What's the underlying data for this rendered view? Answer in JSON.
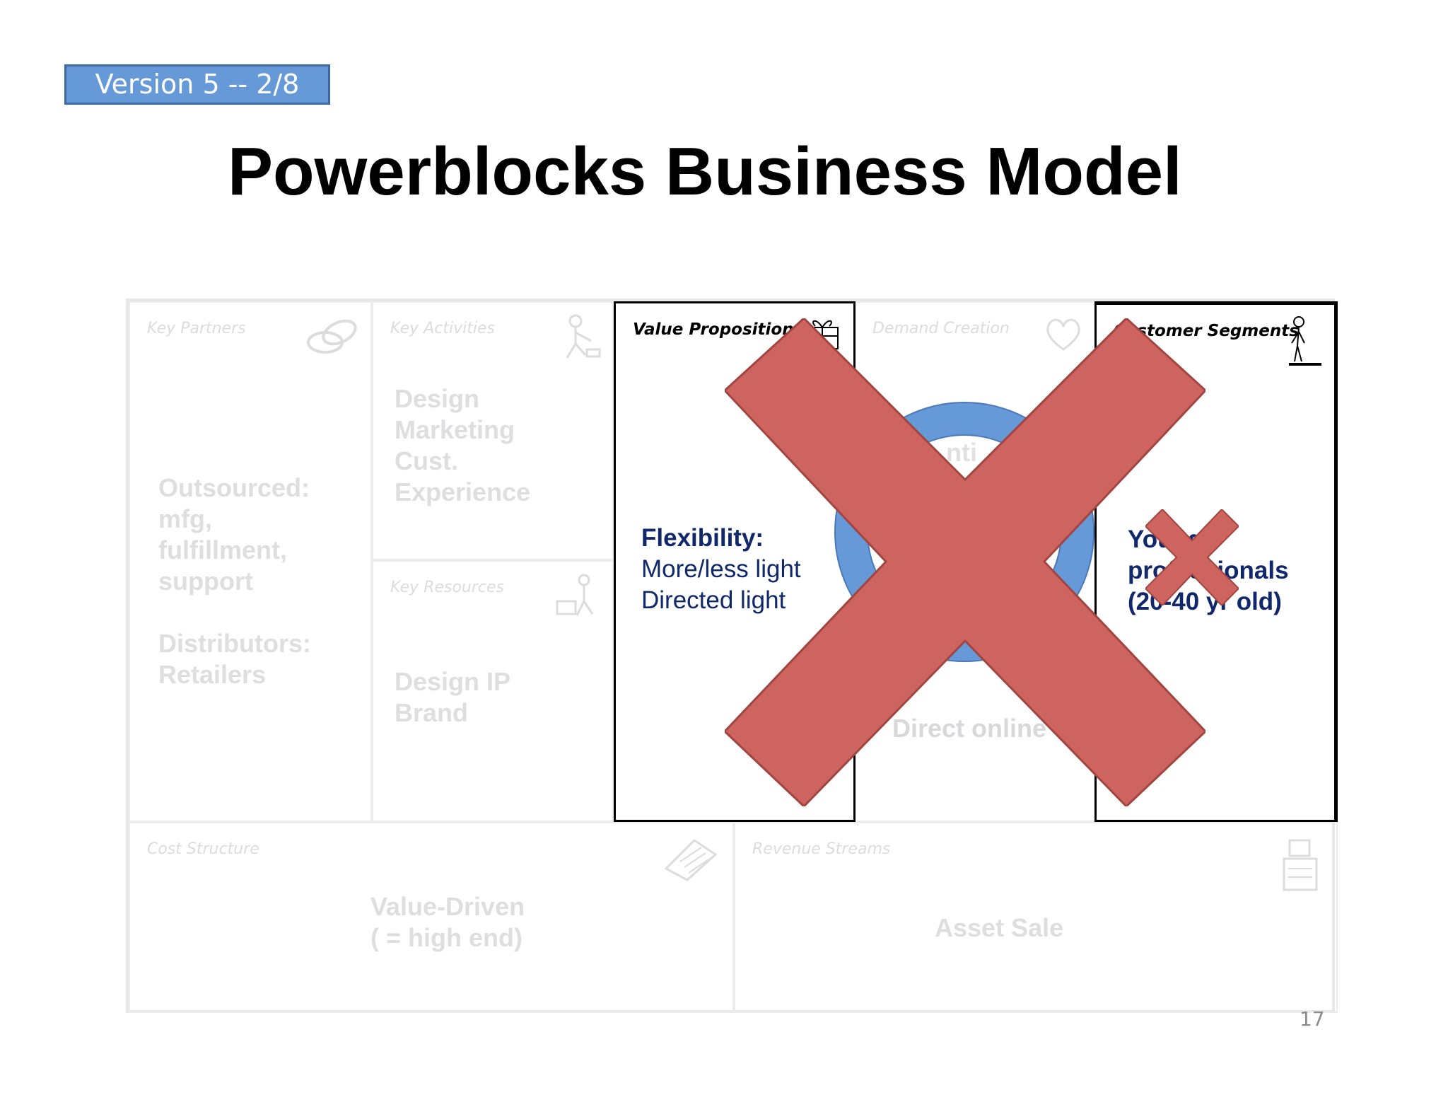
{
  "version_badge": "Version 5 -- 2/8",
  "title": "Powerblocks Business Model",
  "page_number": "17",
  "canvas": {
    "key_partners": {
      "label": "Key Partners",
      "body": "Outsourced:\nmfg,\nfulfillment,\nsupport\n\nDistributors:\nRetailers",
      "icon": "chain-link-icon"
    },
    "key_activities": {
      "label": "Key Activities",
      "body": "Design\nMarketing\nCust.\nExperience",
      "icon": "worker-icon"
    },
    "key_resources": {
      "label": "Key Resources",
      "body": "Design IP\nBrand",
      "icon": "resources-icon"
    },
    "value_propositions": {
      "label": "Value Propositions",
      "heading": "Flexibility:",
      "lines": [
        "More/less light",
        "Directed light"
      ],
      "icon": "gift-icon"
    },
    "demand_creation": {
      "label": "Demand Creation",
      "fragment": "nti",
      "bottom_text": "Direct online",
      "icon": "heart-icon"
    },
    "customer_segments": {
      "label": "Customer Segments",
      "body": "Young\nprofessionals\n(20-40 yr old)",
      "icon": "person-icon"
    },
    "cost_structure": {
      "label": "Cost Structure",
      "body": "Value-Driven\n( = high end)",
      "icon": "receipt-icon"
    },
    "revenue_streams": {
      "label": "Revenue Streams",
      "body": "Asset Sale",
      "icon": "cash-register-icon"
    }
  },
  "colors": {
    "badge_fill": "#6699d8",
    "cross_fill": "#cd6460",
    "cross_stroke": "#a24540",
    "ring_fill": "#6699d8",
    "emphasis_text": "#10286b",
    "faded_text": "#dedee0"
  }
}
